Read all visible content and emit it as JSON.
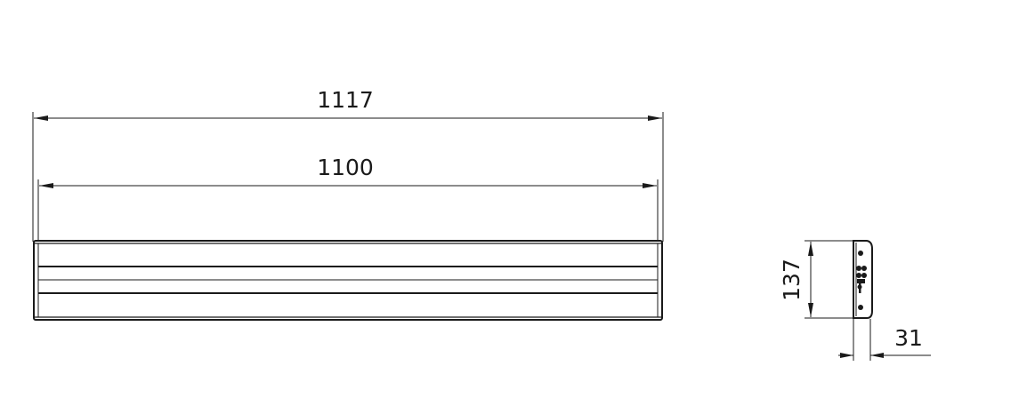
{
  "front_view": {
    "overall_length": "1117",
    "inner_length": "1100"
  },
  "side_view": {
    "height": "137",
    "depth": "31"
  }
}
